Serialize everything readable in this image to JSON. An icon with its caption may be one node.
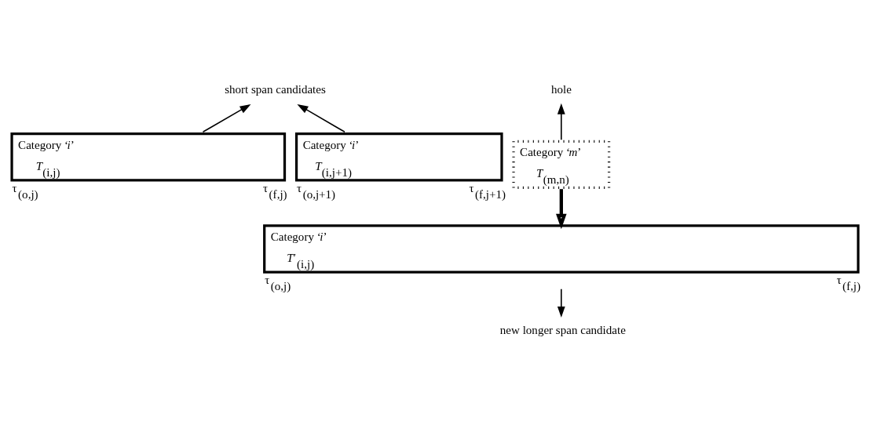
{
  "diagram": {
    "nodes": [
      {
        "text": [
          "short span candidates"
        ]
      },
      {
        "text": [
          "hole"
        ]
      },
      {
        "text": [
          "Category ‘*i*’",
          "*T*$_{(i,j)}$"
        ],
        "beside": [
          "τ$_{(o,j)}$",
          "τ$_{(f,j)}$"
        ]
      },
      {
        "text": [
          "Category ‘*m*’",
          "*T*$_{(m,n)}$"
        ]
      },
      {
        "text": [
          "Category ‘*i*’",
          "*T*$_{(i,j+1)}$"
        ],
        "beside": [
          "τ$_{(o,j+1)}$",
          "τ$_{(f,j+1)}$"
        ]
      },
      {
        "text": [
          "Category ‘*i*’",
          "*T*′$_{(i,j)}$"
        ],
        "beside": [
          "τ$_{(o,j)}$",
          "τ$_{(f,j)}$"
        ]
      },
      {
        "text": [
          "new longer span candidate"
        ]
      }
    ],
    "edges": [
      {
        "from": 2,
        "to": 0,
        "arrow": "to"
      },
      {
        "from": 4,
        "to": 0,
        "arrow": "to"
      },
      {
        "from": 3,
        "to": 1,
        "arrow": "to"
      },
      {
        "from": 3,
        "to": 5,
        "arrow": "to",
        "style": "thick"
      },
      {
        "from": 5,
        "to": 6,
        "arrow": "to"
      }
    ]
  }
}
